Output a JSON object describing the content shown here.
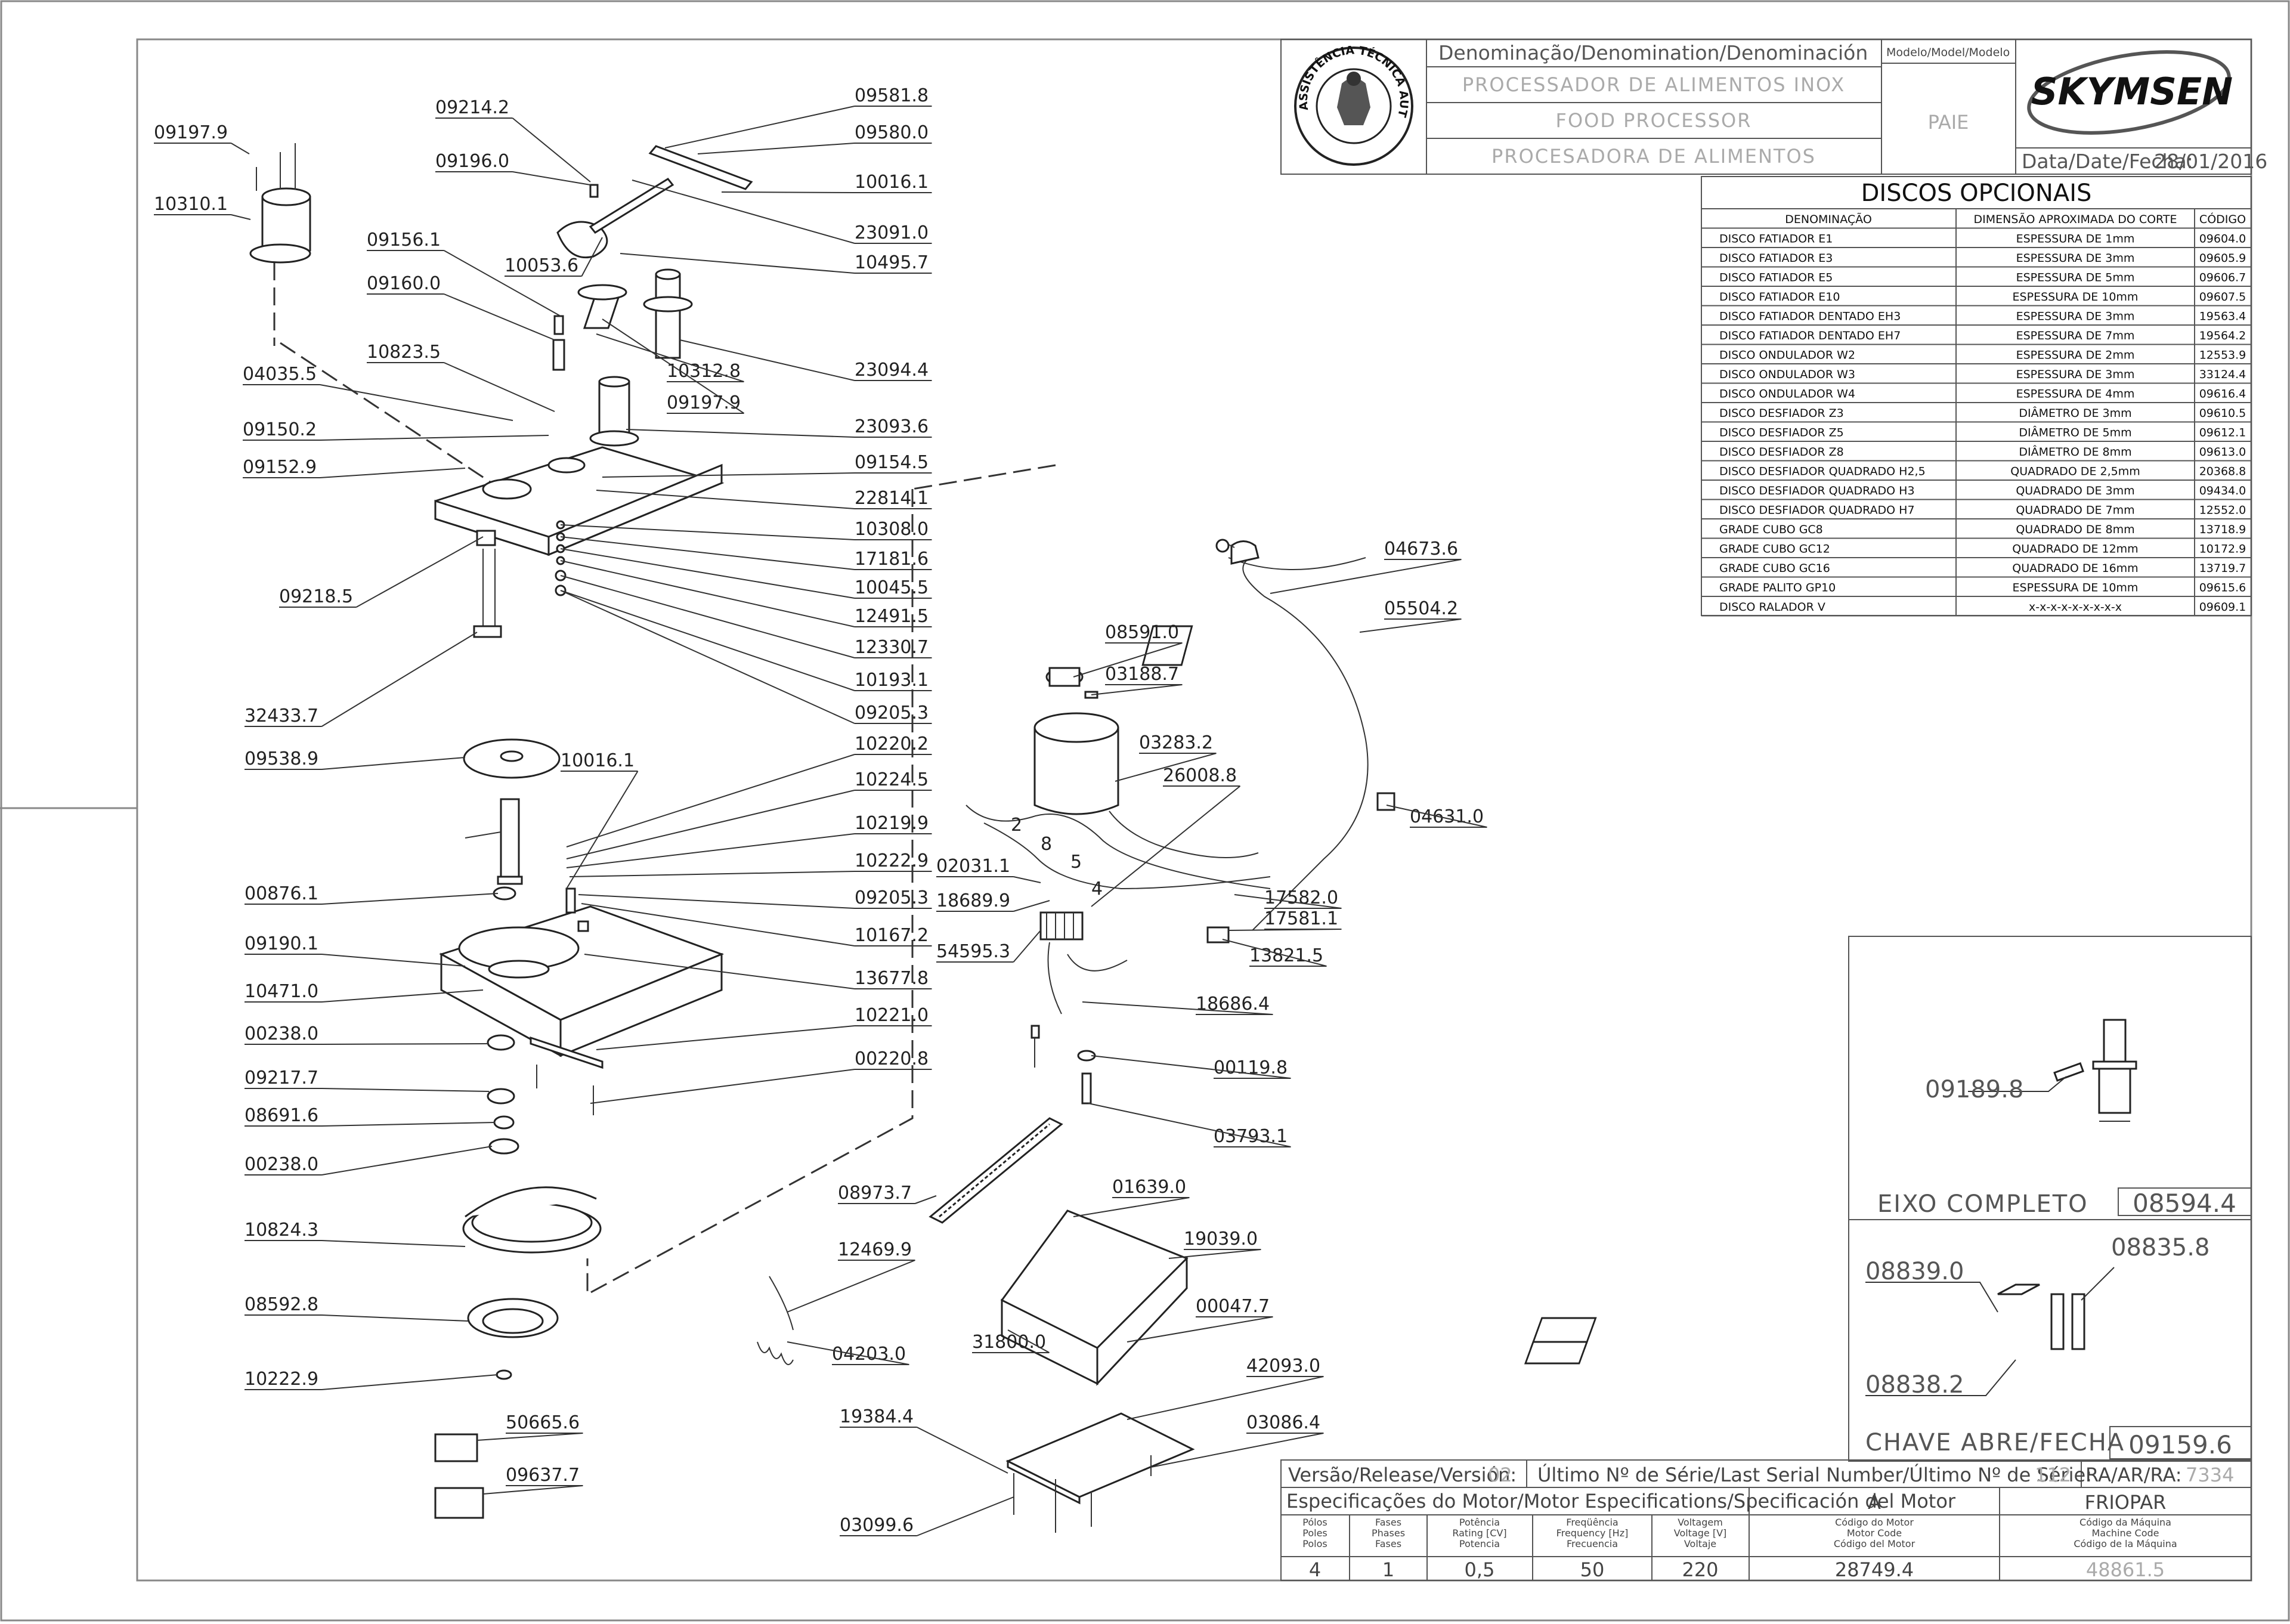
{
  "title_block": {
    "denomination_header": "Denominação/Denomination/Denominación",
    "name_pt": "PROCESSADOR DE ALIMENTOS INOX",
    "name_en": "FOOD PROCESSOR",
    "name_es": "PROCESADORA DE ALIMENTOS",
    "model_header": "Modelo/Model/Modelo",
    "model": "PAIE",
    "date_label": "Data/Date/Fecha:",
    "date": "28/01/2016",
    "brand": "SKYMSEN",
    "seal_text": "ASSISTÊNCIA TÉCNICA AUTORIZADA"
  },
  "optional_discs": {
    "title": "DISCOS OPCIONAIS",
    "headers": [
      "DENOMINAÇÃO",
      "DIMENSÃO APROXIMADA DO CORTE",
      "CÓDIGO"
    ],
    "rows": [
      [
        "DISCO FATIADOR E1",
        "ESPESSURA DE 1mm",
        "09604.0"
      ],
      [
        "DISCO FATIADOR E3",
        "ESPESSURA DE 3mm",
        "09605.9"
      ],
      [
        "DISCO FATIADOR E5",
        "ESPESSURA DE 5mm",
        "09606.7"
      ],
      [
        "DISCO FATIADOR E10",
        "ESPESSURA DE 10mm",
        "09607.5"
      ],
      [
        "DISCO FATIADOR DENTADO EH3",
        "ESPESSURA DE 3mm",
        "19563.4"
      ],
      [
        "DISCO FATIADOR DENTADO EH7",
        "ESPESSURA DE 7mm",
        "19564.2"
      ],
      [
        "DISCO ONDULADOR W2",
        "ESPESSURA DE 2mm",
        "12553.9"
      ],
      [
        "DISCO ONDULADOR W3",
        "ESPESSURA DE 3mm",
        "33124.4"
      ],
      [
        "DISCO ONDULADOR W4",
        "ESPESSURA DE 4mm",
        "09616.4"
      ],
      [
        "DISCO DESFIADOR Z3",
        "DIÂMETRO DE 3mm",
        "09610.5"
      ],
      [
        "DISCO DESFIADOR Z5",
        "DIÂMETRO DE 5mm",
        "09612.1"
      ],
      [
        "DISCO DESFIADOR Z8",
        "DIÂMETRO DE 8mm",
        "09613.0"
      ],
      [
        "DISCO DESFIADOR QUADRADO H2,5",
        "QUADRADO DE 2,5mm",
        "20368.8"
      ],
      [
        "DISCO DESFIADOR QUADRADO H3",
        "QUADRADO DE 3mm",
        "09434.0"
      ],
      [
        "DISCO DESFIADOR QUADRADO H7",
        "QUADRADO DE 7mm",
        "12552.0"
      ],
      [
        "GRADE CUBO GC8",
        "QUADRADO DE 8mm",
        "13718.9"
      ],
      [
        "GRADE CUBO GC12",
        "QUADRADO DE 12mm",
        "10172.9"
      ],
      [
        "GRADE CUBO GC16",
        "QUADRADO DE 16mm",
        "13719.7"
      ],
      [
        "GRADE PALITO GP10",
        "ESPESSURA DE 10mm",
        "09615.6"
      ],
      [
        "DISCO RALADOR V",
        "x-x-x-x-x-x-x-x-x",
        "09609.1"
      ]
    ]
  },
  "sub_assemblies": {
    "shaft_part": "09189.8",
    "shaft_title": "EIXO COMPLETO",
    "shaft_code": "08594.4",
    "switch_parts": [
      "08839.0",
      "08835.8",
      "08838.2"
    ],
    "switch_title": "CHAVE ABRE/FECHA",
    "switch_code": "09159.6"
  },
  "bottom_block": {
    "release_label": "Versão/Release/Versión:",
    "release": "02",
    "serial_label": "Último Nº de Série/Last Serial Number/Último Nº de Série:",
    "serial": "112",
    "ra_label": "RA/AR/RA:",
    "ra": "7334",
    "motor_spec_label": "Especificações do Motor/Motor Especifications/Specificación del Motor",
    "motor_variant": "A",
    "maker": "FRIOPAR",
    "columns": [
      {
        "label": "Pólos\nPoles\nPolos",
        "value": "4"
      },
      {
        "label": "Fases\nPhases\nFases",
        "value": "1"
      },
      {
        "label": "Potência\nRating [CV]\nPotencia",
        "value": "0,5"
      },
      {
        "label": "Freqüência\nFrequency [Hz]\nFrecuencia",
        "value": "50"
      },
      {
        "label": "Voltagem\nVoltage [V]\nVoltaje",
        "value": "220"
      },
      {
        "label": "Código do Motor\nMotor Code\nCódigo del Motor",
        "value": "28749.4"
      },
      {
        "label": "Código da Máquina\nMachine Code\nCódigo de la Máquina",
        "value": "48861.5"
      }
    ]
  },
  "part_labels": [
    "09197.9",
    "10310.1",
    "09214.2",
    "09196.0",
    "09581.8",
    "09580.0",
    "10016.1",
    "23091.0",
    "10053.6",
    "10495.7",
    "09156.1",
    "09160.0",
    "10823.5",
    "04035.5",
    "09150.2",
    "09152.9",
    "10312.8",
    "09197.9",
    "23094.4",
    "23093.6",
    "09154.5",
    "22814.1",
    "10308.0",
    "17181.6",
    "10045.5",
    "12491.5",
    "12330.7",
    "10193.1",
    "09205.3",
    "09218.5",
    "32433.7",
    "09538.9",
    "10016.1",
    "10220.2",
    "10224.5",
    "10219.9",
    "10222.9",
    "09205.3",
    "10167.2",
    "00876.1",
    "09190.1",
    "10471.0",
    "13677.8",
    "00238.0",
    "10221.0",
    "09217.7",
    "00220.8",
    "08691.6",
    "00238.0",
    "10824.3",
    "08592.8",
    "10222.9",
    "50665.6",
    "09637.7",
    "08591.0",
    "03188.7",
    "04673.6",
    "05504.2",
    "03283.2",
    "26008.8",
    "04631.0",
    "02031.1",
    "18689.9",
    "54595.3",
    "17582.0",
    "17581.1",
    "13821.5",
    "18686.4",
    "00119.8",
    "03793.1",
    "08973.7",
    "01639.0",
    "19039.0",
    "12469.9",
    "00047.7",
    "31800.0",
    "04203.0",
    "42093.0",
    "19384.4",
    "03086.4",
    "03099.6"
  ],
  "wire_numbers": [
    "2",
    "8",
    "5",
    "4"
  ]
}
